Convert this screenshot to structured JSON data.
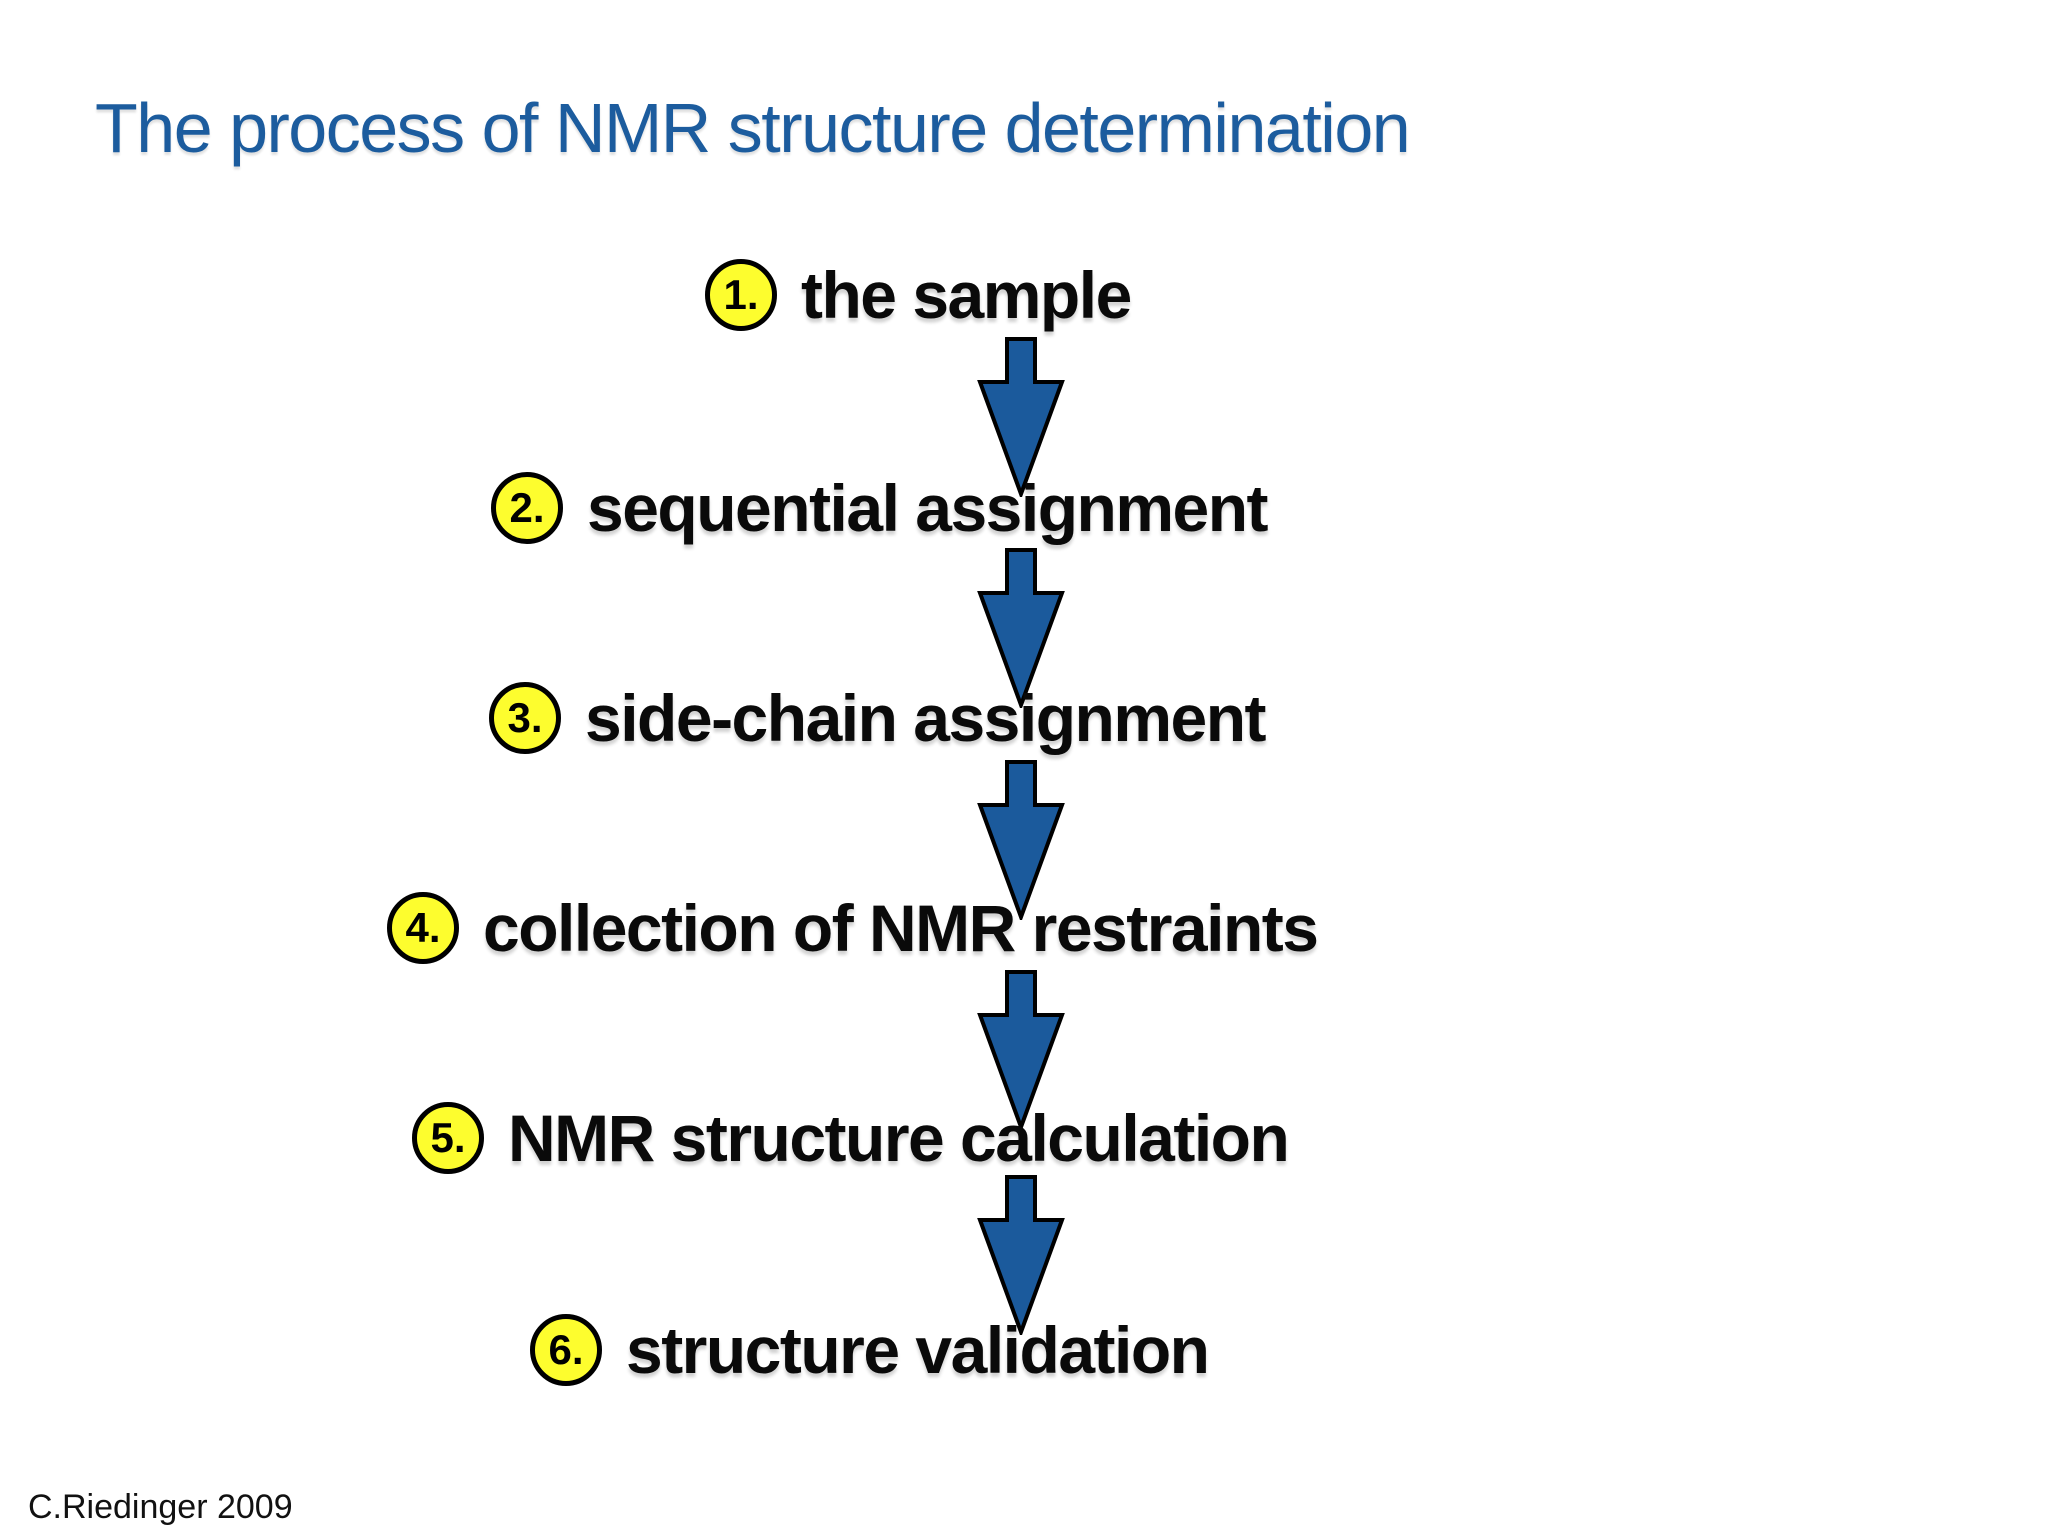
{
  "slide": {
    "title": "The process of NMR structure determination",
    "attribution": "C.Riedinger 2009",
    "colors": {
      "title_blue": "#1c5c9e",
      "arrow_blue": "#1b5a9c",
      "arrow_outline": "#000000",
      "badge_yellow": "#fdfd2e",
      "badge_outline": "#000000",
      "step_text": "#0a0a0a",
      "background": "#ffffff"
    },
    "arrow_icon": "down-arrow"
  },
  "steps": [
    {
      "number": "1.",
      "label": "the sample"
    },
    {
      "number": "2.",
      "label": "sequential assignment"
    },
    {
      "number": "3.",
      "label": "side-chain assignment"
    },
    {
      "number": "4.",
      "label": "collection of NMR restraints"
    },
    {
      "number": "5.",
      "label": "NMR structure calculation"
    },
    {
      "number": "6.",
      "label": "structure validation"
    }
  ]
}
